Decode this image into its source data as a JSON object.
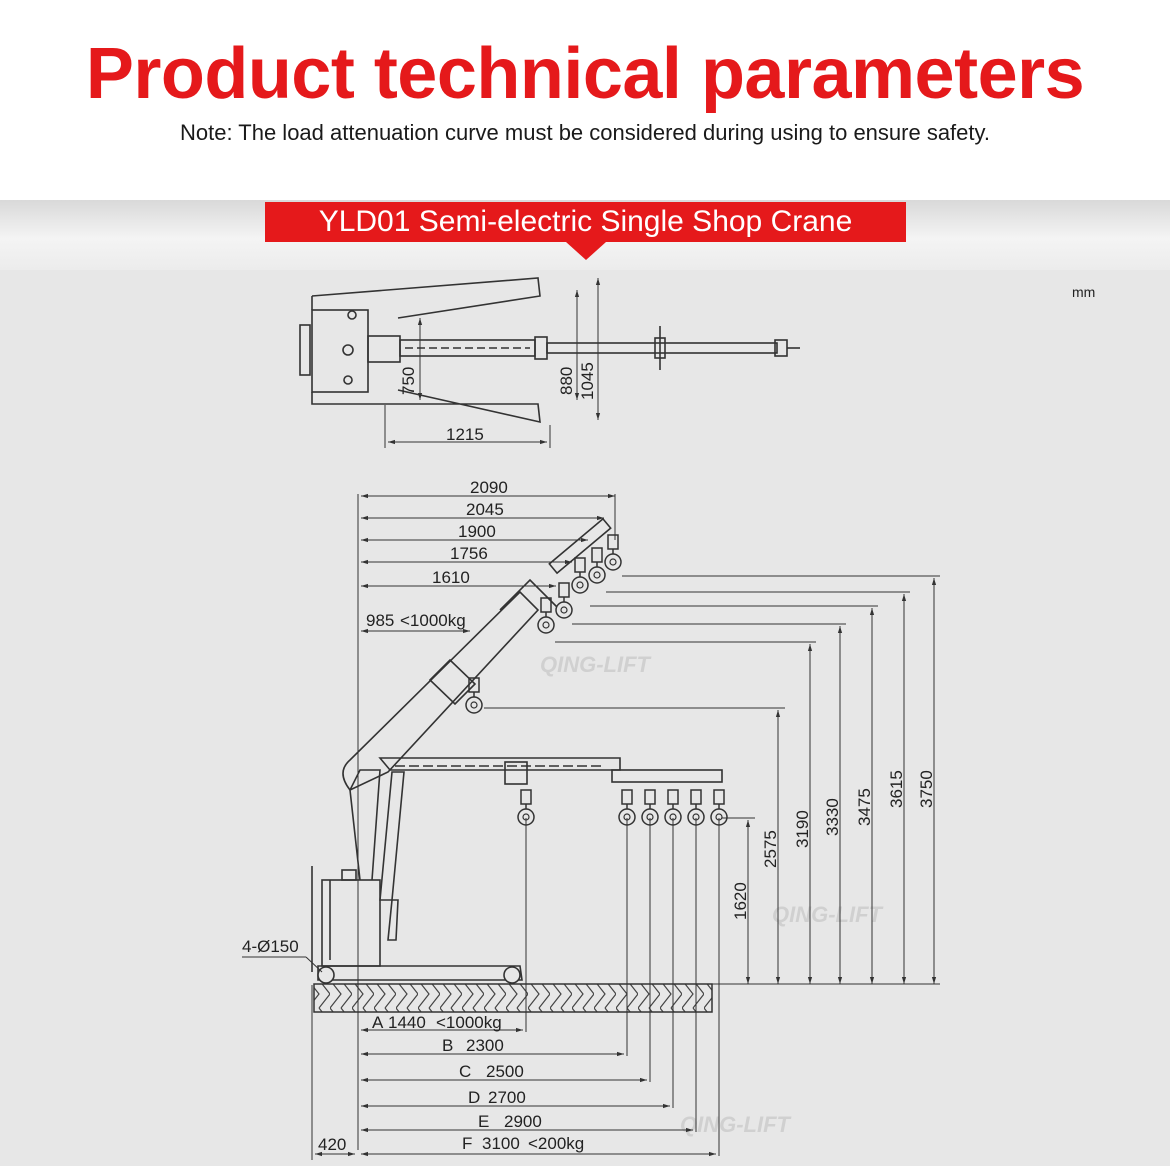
{
  "header": {
    "title": "Product technical parameters",
    "note": "Note: The load attenuation curve must be considered during using to ensure safety."
  },
  "banner": {
    "label": "YLD01 Semi-electric Single Shop Crane"
  },
  "unit": "mm",
  "watermark": "QING-LIFT",
  "top_view": {
    "width_inner": "750",
    "width_mid": "880",
    "width_outer": "1045",
    "length": "1215"
  },
  "side_view": {
    "reach": [
      "2090",
      "2045",
      "1900",
      "1756",
      "1610"
    ],
    "reach_min": "985",
    "reach_min_load": "<1000kg",
    "heights": [
      "1620",
      "2575",
      "3190",
      "3330",
      "3475",
      "3615",
      "3750"
    ],
    "wheels": "4-Ø150",
    "rear_offset": "420",
    "base_reach": [
      {
        "letter": "A",
        "value": "1440",
        "load": "<1000kg"
      },
      {
        "letter": "B",
        "value": "2300",
        "load": ""
      },
      {
        "letter": "C",
        "value": "2500",
        "load": ""
      },
      {
        "letter": "D",
        "value": "2700",
        "load": ""
      },
      {
        "letter": "E",
        "value": "2900",
        "load": ""
      },
      {
        "letter": "F",
        "value": "3100",
        "load": "<200kg"
      }
    ]
  },
  "colors": {
    "accent": "#e5191b",
    "line": "#333333",
    "background": "#e7e7e7"
  }
}
